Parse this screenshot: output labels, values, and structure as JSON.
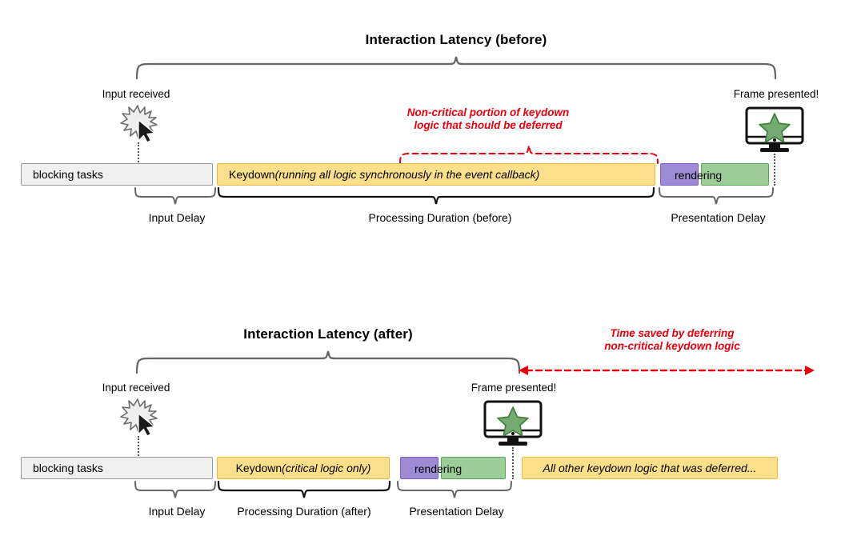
{
  "meta": {
    "colors": {
      "blocking_fill": "#f0f0f0",
      "blocking_stroke": "#999999",
      "keydown_fill": "#fbdf8b",
      "keydown_stroke": "#eeb940",
      "prerender_fill": "#9f8ad6",
      "prerender_stroke": "#7b5ec6",
      "paint_fill": "#9dce9a",
      "paint_stroke": "#58a757",
      "annotation_red": "#e8000d",
      "brace_gray": "#666666",
      "brace_black": "#111111"
    }
  },
  "before": {
    "title": "Interaction Latency (before)",
    "input_label": "Input received",
    "frame_label": "Frame presented!",
    "annotation": {
      "line1": "Non-critical portion of keydown",
      "line2": "logic that should be deferred"
    },
    "bars": {
      "blocking": "blocking tasks",
      "keydown_lead": "Keydown ",
      "keydown_detail": "(running all logic synchronously in the event callback)",
      "rendering": "rendering"
    },
    "phases": {
      "input_delay": "Input Delay",
      "processing": "Processing Duration (before)",
      "presentation": "Presentation Delay"
    },
    "icons": {
      "input": "input-burst-cursor-icon",
      "frame": "monitor-star-icon"
    }
  },
  "after": {
    "title": "Interaction Latency (after)",
    "input_label": "Input received",
    "frame_label": "Frame presented!",
    "annotation": {
      "line1": "Time saved by deferring",
      "line2": "non-critical keydown logic"
    },
    "bars": {
      "blocking": "blocking tasks",
      "keydown_lead": "Keydown ",
      "keydown_detail": "(critical logic only)",
      "rendering": "rendering",
      "deferred": "All other keydown logic that was deferred..."
    },
    "phases": {
      "input_delay": "Input Delay",
      "processing": "Processing Duration (after)",
      "presentation": "Presentation Delay"
    },
    "icons": {
      "input": "input-burst-cursor-icon",
      "frame": "monitor-star-icon"
    }
  }
}
